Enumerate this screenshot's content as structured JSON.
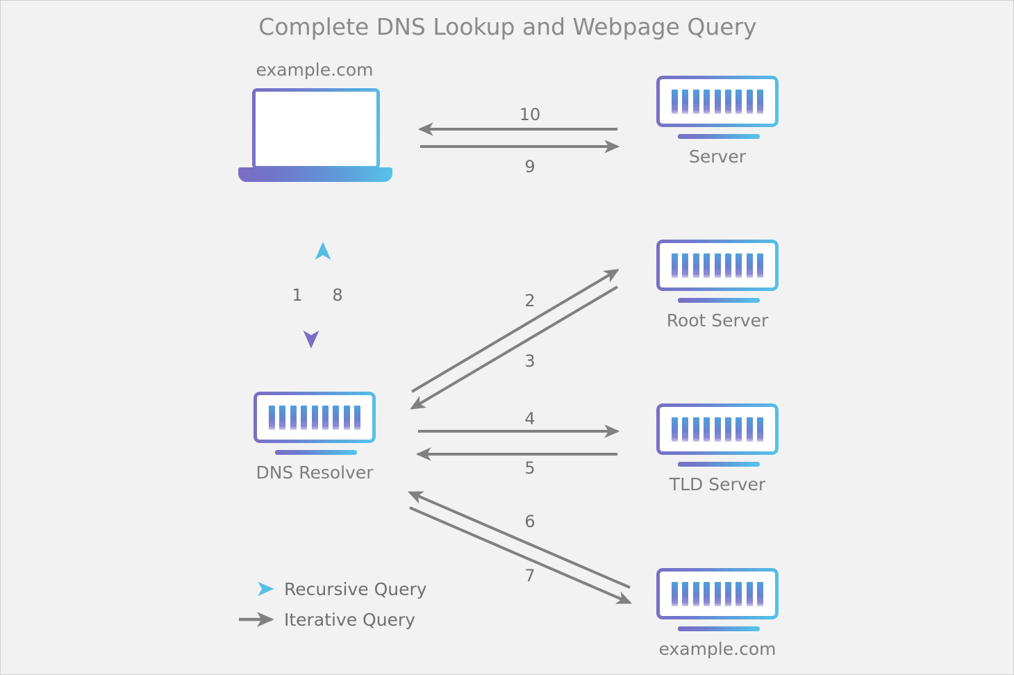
{
  "diagram": {
    "title": "Complete DNS Lookup and Webpage Query",
    "background_color": "#f2f2f2",
    "recursive_color_start": "#7a6dc2",
    "recursive_color_end": "#56c3e9",
    "iterative_color": "#808080"
  },
  "nodes": {
    "client": {
      "label": "example.com",
      "icon": "laptop-icon"
    },
    "server": {
      "label": "Server",
      "icon": "server-icon"
    },
    "root_server": {
      "label": "Root Server",
      "icon": "server-icon"
    },
    "resolver": {
      "label": "DNS Resolver",
      "icon": "server-icon"
    },
    "tld_server": {
      "label": "TLD Server",
      "icon": "server-icon"
    },
    "authoritative_server": {
      "label": "example.com",
      "icon": "server-icon"
    }
  },
  "steps": [
    {
      "number": "1",
      "from": "client",
      "to": "resolver",
      "type": "recursive",
      "direction": "down"
    },
    {
      "number": "2",
      "from": "resolver",
      "to": "root_server",
      "type": "iterative",
      "direction": "up-right"
    },
    {
      "number": "3",
      "from": "root_server",
      "to": "resolver",
      "type": "iterative",
      "direction": "down-left"
    },
    {
      "number": "4",
      "from": "resolver",
      "to": "tld_server",
      "type": "iterative",
      "direction": "right"
    },
    {
      "number": "5",
      "from": "tld_server",
      "to": "resolver",
      "type": "iterative",
      "direction": "left"
    },
    {
      "number": "6",
      "from": "authoritative_server",
      "to": "resolver",
      "type": "iterative",
      "direction": "up-left"
    },
    {
      "number": "7",
      "from": "resolver",
      "to": "authoritative_server",
      "type": "iterative",
      "direction": "down-right"
    },
    {
      "number": "8",
      "from": "resolver",
      "to": "client",
      "type": "recursive",
      "direction": "up"
    },
    {
      "number": "9",
      "from": "client",
      "to": "server",
      "type": "iterative",
      "direction": "right"
    },
    {
      "number": "10",
      "from": "server",
      "to": "client",
      "type": "iterative",
      "direction": "left"
    }
  ],
  "legend": {
    "items": [
      {
        "label": "Recursive Query",
        "style": "gradient"
      },
      {
        "label": "Iterative Query",
        "style": "gray"
      }
    ]
  }
}
